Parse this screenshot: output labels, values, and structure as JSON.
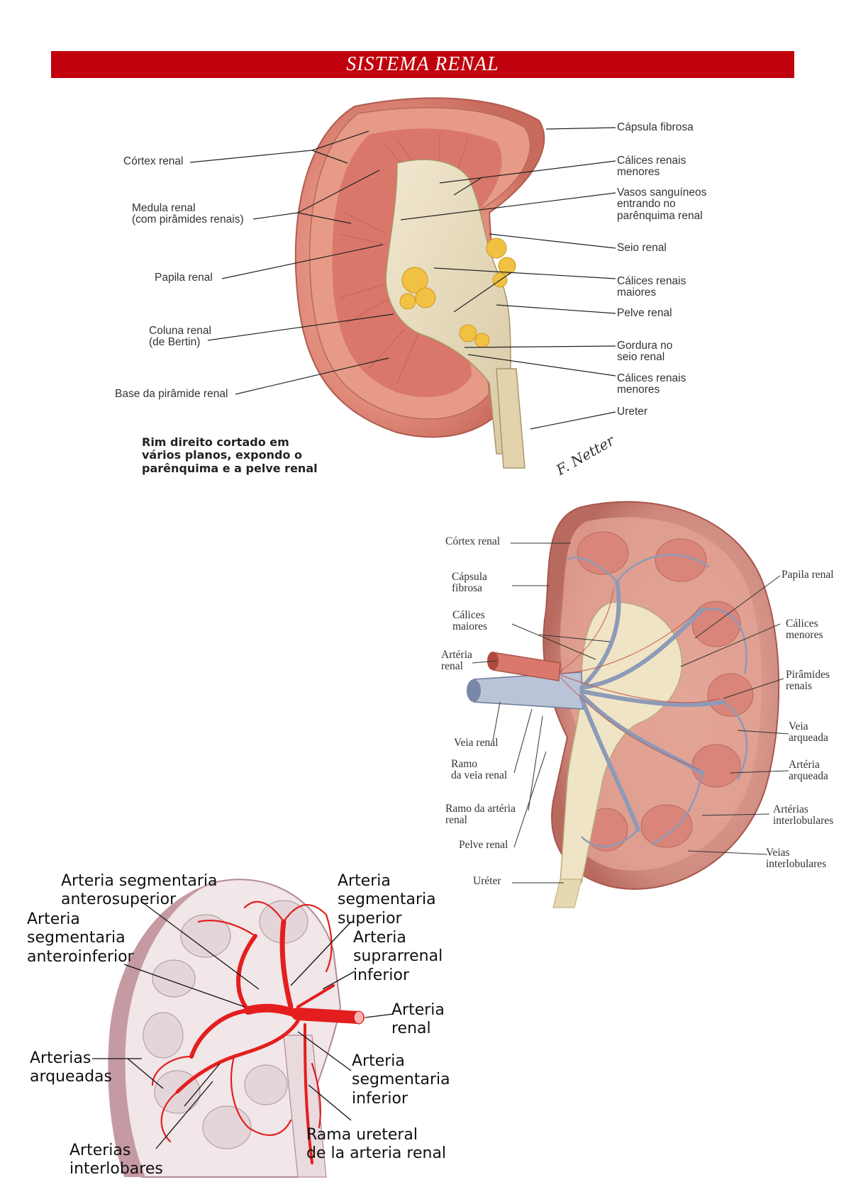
{
  "page_title": "SISTEMA RENAL",
  "figure1": {
    "caption": "Rim direito cortado em\nvários planos, expondo o\nparênquima e a pelve renal",
    "signature": "F. Netter",
    "labels_left": [
      "Córtex renal",
      "Medula renal\n(com pirâmides renais)",
      "Papila renal",
      "Coluna renal\n(de Bertin)",
      "Base da pirâmide renal"
    ],
    "labels_right": [
      "Cápsula fibrosa",
      "Cálices renais\nmenores",
      "Vasos sanguíneos\nentrando no\nparênquima renal",
      "Seio renal",
      "Cálices renais\nmaiores",
      "Pelve renal",
      "Gordura no\nseio renal",
      "Cálices renais\nmenores",
      "Ureter"
    ]
  },
  "figure2": {
    "labels_left": [
      "Córtex renal",
      "Cápsula\nfibrosa",
      "Cálices\nmaiores",
      "Artéria\nrenal",
      "Veia renal",
      "Ramo\nda veia renal",
      "Ramo da artéria\nrenal",
      "Pelve renal",
      "Uréter"
    ],
    "labels_right": [
      "Papila renal",
      "Cálices\nmenores",
      "Pirâmides\nrenais",
      "Veia\narqueada",
      "Artéria\narqueada",
      "Artérias\ninterlobulares",
      "Veias\ninterlobulares"
    ]
  },
  "figure3": {
    "labels": [
      "Arteria segmentaria\nanterosuperior",
      "Arteria\nsegmentaria\nanteroinferior",
      "Arterias\narqueadas",
      "Arterias\ninterlobares",
      "Arteria\nsegmentaria\nsuperior",
      "Arteria\nsuprarrenal\ninferior",
      "Arteria\nrenal",
      "Arteria\nsegmentaria\ninferior",
      "Rama ureteral\nde la arteria renal"
    ]
  }
}
